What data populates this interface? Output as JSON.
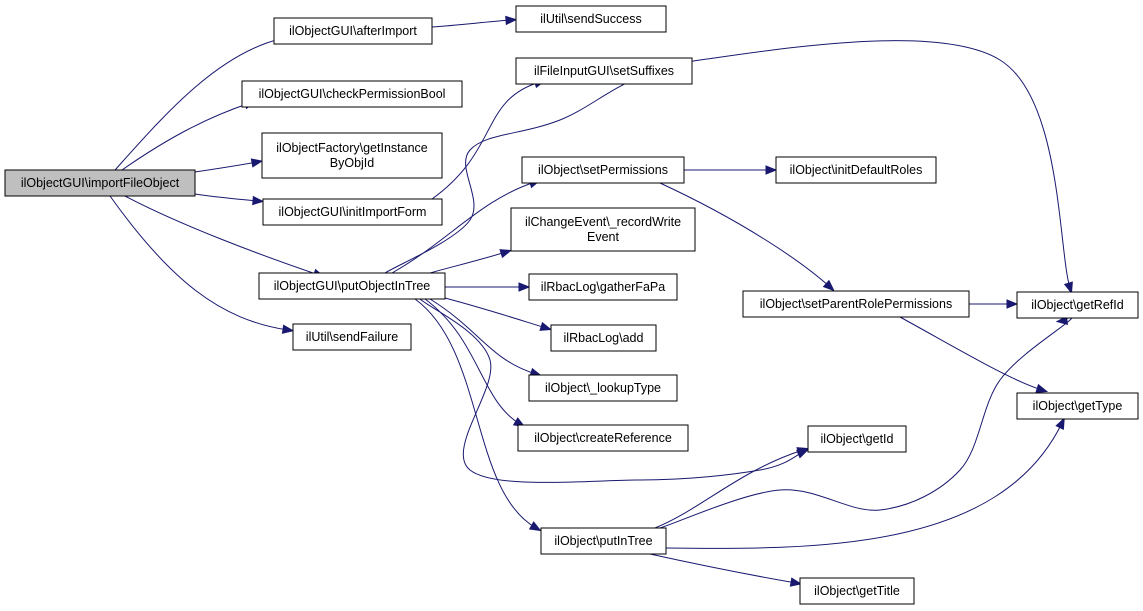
{
  "diagram": {
    "type": "call-graph",
    "colors": {
      "edge": "#191970",
      "root_fill": "#bfbfbf",
      "node_fill": "#ffffff",
      "node_border": "#000000"
    },
    "nodes": [
      {
        "id": "importFileObject",
        "lines": [
          "ilObjectGUI\\importFileObject"
        ],
        "root": true
      },
      {
        "id": "afterImport",
        "lines": [
          "ilObjectGUI\\afterImport"
        ]
      },
      {
        "id": "checkPermissionBool",
        "lines": [
          "ilObjectGUI\\checkPermissionBool"
        ]
      },
      {
        "id": "getInstanceByObjId",
        "lines": [
          "ilObjectFactory\\getInstance",
          "ByObjId"
        ]
      },
      {
        "id": "initImportForm",
        "lines": [
          "ilObjectGUI\\initImportForm"
        ]
      },
      {
        "id": "putObjectInTree",
        "lines": [
          "ilObjectGUI\\putObjectInTree"
        ]
      },
      {
        "id": "sendFailure",
        "lines": [
          "ilUtil\\sendFailure"
        ]
      },
      {
        "id": "sendSuccess",
        "lines": [
          "ilUtil\\sendSuccess"
        ]
      },
      {
        "id": "setSuffixes",
        "lines": [
          "ilFileInputGUI\\setSuffixes"
        ]
      },
      {
        "id": "setPermissions",
        "lines": [
          "ilObject\\setPermissions"
        ]
      },
      {
        "id": "recordWriteEvent",
        "lines": [
          "ilChangeEvent\\_recordWrite",
          "Event"
        ]
      },
      {
        "id": "gatherFaPa",
        "lines": [
          "ilRbacLog\\gatherFaPa"
        ]
      },
      {
        "id": "rbacAdd",
        "lines": [
          "ilRbacLog\\add"
        ]
      },
      {
        "id": "lookupType",
        "lines": [
          "ilObject\\_lookupType"
        ]
      },
      {
        "id": "createReference",
        "lines": [
          "ilObject\\createReference"
        ]
      },
      {
        "id": "putInTree",
        "lines": [
          "ilObject\\putInTree"
        ]
      },
      {
        "id": "initDefaultRoles",
        "lines": [
          "ilObject\\initDefaultRoles"
        ]
      },
      {
        "id": "setParentRolePermissions",
        "lines": [
          "ilObject\\setParentRolePermissions"
        ]
      },
      {
        "id": "getId",
        "lines": [
          "ilObject\\getId"
        ]
      },
      {
        "id": "getTitle",
        "lines": [
          "ilObject\\getTitle"
        ]
      },
      {
        "id": "getRefId",
        "lines": [
          "ilObject\\getRefId"
        ]
      },
      {
        "id": "getType",
        "lines": [
          "ilObject\\getType"
        ]
      }
    ],
    "edges": [
      [
        "importFileObject",
        "afterImport"
      ],
      [
        "importFileObject",
        "checkPermissionBool"
      ],
      [
        "importFileObject",
        "getInstanceByObjId"
      ],
      [
        "importFileObject",
        "initImportForm"
      ],
      [
        "importFileObject",
        "putObjectInTree"
      ],
      [
        "importFileObject",
        "sendFailure"
      ],
      [
        "afterImport",
        "sendSuccess"
      ],
      [
        "initImportForm",
        "setSuffixes"
      ],
      [
        "putObjectInTree",
        "getRefId"
      ],
      [
        "putObjectInTree",
        "setPermissions"
      ],
      [
        "putObjectInTree",
        "recordWriteEvent"
      ],
      [
        "putObjectInTree",
        "gatherFaPa"
      ],
      [
        "putObjectInTree",
        "rbacAdd"
      ],
      [
        "putObjectInTree",
        "lookupType"
      ],
      [
        "putObjectInTree",
        "createReference"
      ],
      [
        "putObjectInTree",
        "getId"
      ],
      [
        "putObjectInTree",
        "putInTree"
      ],
      [
        "setPermissions",
        "initDefaultRoles"
      ],
      [
        "setPermissions",
        "setParentRolePermissions"
      ],
      [
        "setParentRolePermissions",
        "getRefId"
      ],
      [
        "setParentRolePermissions",
        "getType"
      ],
      [
        "putInTree",
        "getId"
      ],
      [
        "putInTree",
        "getRefId"
      ],
      [
        "putInTree",
        "getType"
      ],
      [
        "putInTree",
        "getTitle"
      ]
    ]
  }
}
